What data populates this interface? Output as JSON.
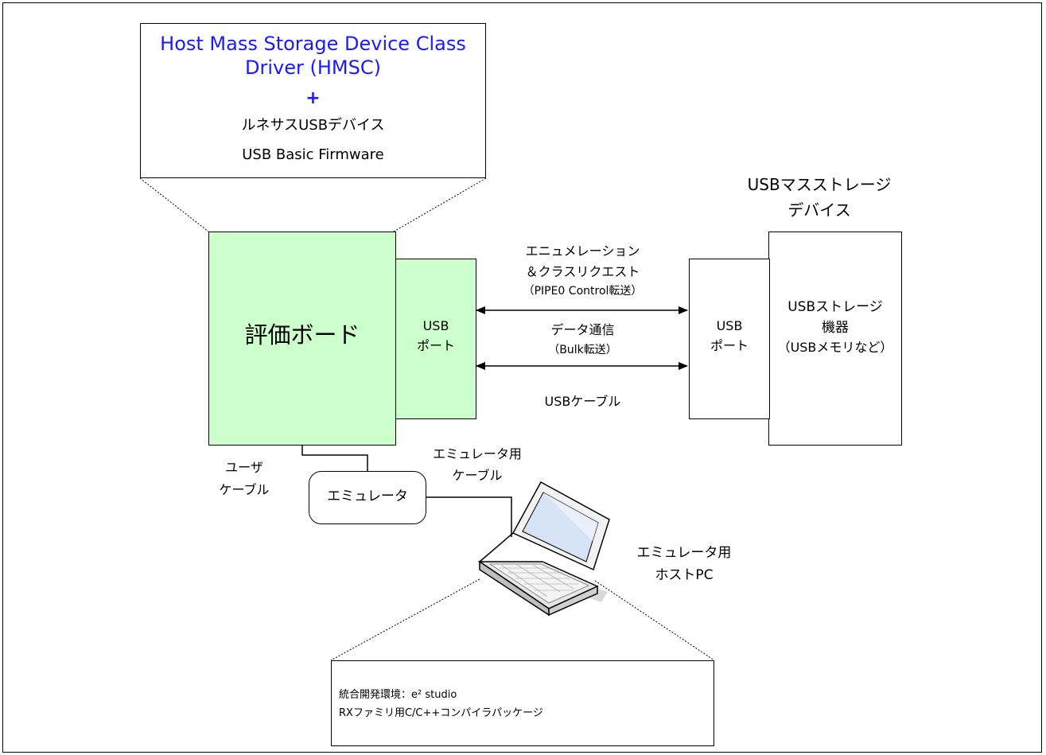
{
  "firmware_box": {
    "line1": "Host Mass Storage Device Class",
    "line2": "Driver (HMSC)",
    "plus": "+",
    "line3": "ルネサスUSBデバイス",
    "line4": "USB Basic Firmware"
  },
  "eval_board": {
    "label": "評価ボード"
  },
  "board_usb_port": {
    "line1": "USB",
    "line2": "ポート"
  },
  "storage_title": {
    "line1": "USBマスストレージ",
    "line2": "デバイス"
  },
  "device_usb_port": {
    "line1": "USB",
    "line2": "ポート"
  },
  "storage_device": {
    "line1": "USBストレージ",
    "line2": "機器",
    "line3": "（USBメモリなど）"
  },
  "arrow_control": {
    "line1": "エニュメレーション",
    "line2": "＆クラスリクエスト",
    "line3": "（PIPE0 Control転送）"
  },
  "arrow_bulk": {
    "line1": "データ通信",
    "line2": "（Bulk転送）"
  },
  "usb_cable": {
    "label": "USBケーブル"
  },
  "user_cable": {
    "line1": "ユーザ",
    "line2": "ケーブル"
  },
  "emulator": {
    "label": "エミュレータ"
  },
  "emulator_cable": {
    "line1": "エミュレータ用",
    "line2": "ケーブル"
  },
  "host_pc": {
    "line1": "エミュレータ用",
    "line2": "ホストPC"
  },
  "ide_box": {
    "line1": "統合開発環境：e² studio",
    "line2": "RXファミリ用C/C++コンパイラパッケージ"
  },
  "colors": {
    "board_fill": "#ccffcc",
    "accent_text": "#1a1aff"
  }
}
